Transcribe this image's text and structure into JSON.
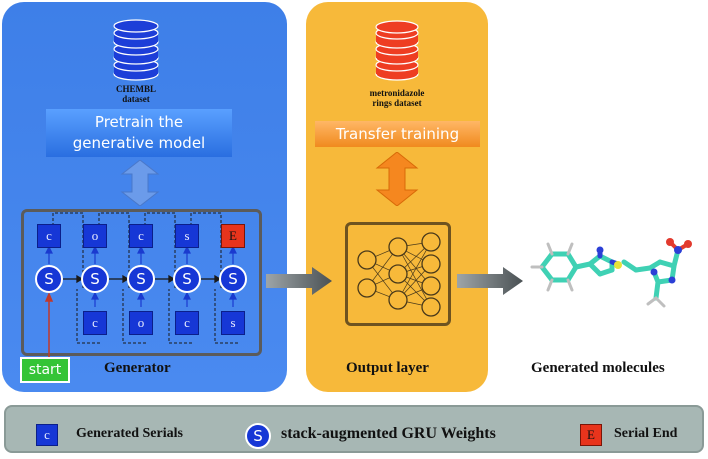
{
  "panels": {
    "generator": {
      "dataset_label": [
        "CHEMBL",
        "dataset"
      ],
      "pretrain_label": [
        "Pretrain the",
        "generative model"
      ],
      "caption": "Generator",
      "start_label": "start",
      "top_tokens": [
        "c",
        "o",
        "c",
        "s",
        "E"
      ],
      "bottom_tokens": [
        "c",
        "o",
        "c",
        "s"
      ],
      "state_symbol": "S"
    },
    "output": {
      "dataset_label": [
        "metronidazole",
        "rings dataset"
      ],
      "transfer_label": "Transfer training",
      "caption": "Output layer"
    },
    "molecules": {
      "caption": "Generated molecules"
    }
  },
  "legend": {
    "items": [
      {
        "symbol": "c",
        "label": "Generated Serials"
      },
      {
        "symbol": "S",
        "label": "stack-augmented GRU Weights"
      },
      {
        "symbol": "E",
        "label": "Serial End"
      }
    ]
  },
  "colors": {
    "generator_panel": "#3e7fe8",
    "output_panel": "#f7b93a",
    "token_blue": "#1637d6",
    "token_end": "#e8341c",
    "start_green": "#35c436",
    "legend_bg": "#a7b7b4"
  }
}
